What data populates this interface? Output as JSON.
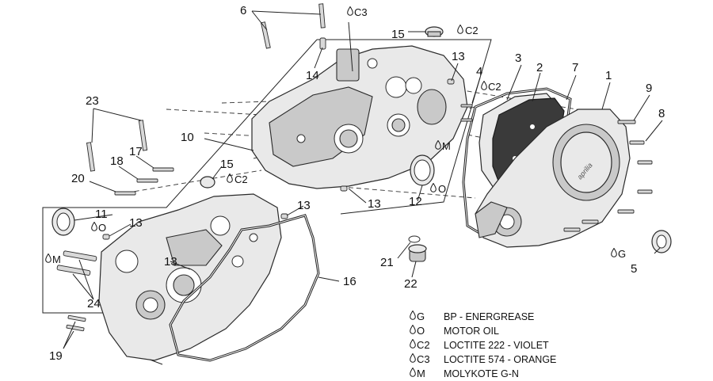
{
  "callouts": {
    "n1": "1",
    "n2": "2",
    "n3": "3",
    "n4": "4",
    "n5": "5",
    "n6": "6",
    "n7": "7",
    "n8": "8",
    "n9": "9",
    "n10": "10",
    "n11": "11",
    "n12": "12",
    "n13a": "13",
    "n13b": "13",
    "n13c": "13",
    "n13d": "13",
    "n13e": "13",
    "n14": "14",
    "n15a": "15",
    "n15b": "15",
    "n16": "16",
    "n17": "17",
    "n18": "18",
    "n19": "19",
    "n20": "20",
    "n21": "21",
    "n22": "22",
    "n23": "23",
    "n24": "24"
  },
  "codes": {
    "c3_top": "C3",
    "c2_15top": "C2",
    "c2_4": "C2",
    "c2_15mid": "C2",
    "m_12": "M",
    "o_12": "O",
    "o_11": "O",
    "m_left": "M",
    "g_5": "G"
  },
  "legend": [
    {
      "code": "G",
      "desc": "BP - ENERGREASE"
    },
    {
      "code": "O",
      "desc": "MOTOR OIL"
    },
    {
      "code": "C2",
      "desc": "LOCTITE 222 - VIOLET"
    },
    {
      "code": "C3",
      "desc": "LOCTITE 574 - ORANGE"
    },
    {
      "code": "M",
      "desc": "MOLYKOTE G-N"
    }
  ],
  "brand_mark": "aprilia"
}
